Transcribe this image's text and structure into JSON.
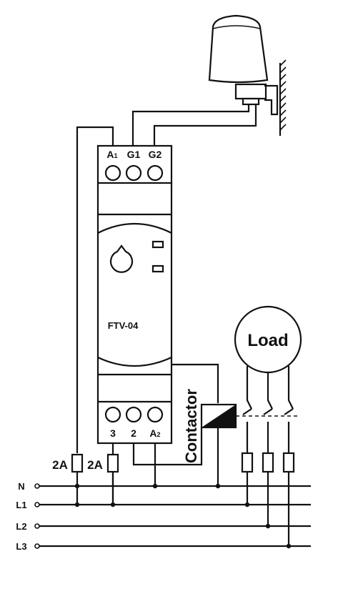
{
  "relay": {
    "model": "FTV-04",
    "top_terminals": [
      {
        "main": "A",
        "sub": "1"
      },
      {
        "main": "G1",
        "sub": ""
      },
      {
        "main": "G2",
        "sub": ""
      }
    ],
    "bottom_terminals": [
      {
        "main": "3",
        "sub": ""
      },
      {
        "main": "2",
        "sub": ""
      },
      {
        "main": "A",
        "sub": "2"
      }
    ]
  },
  "fuses": [
    {
      "label": "2A"
    },
    {
      "label": "2A"
    }
  ],
  "contactor": {
    "label": "Contactor"
  },
  "load": {
    "label": "Load"
  },
  "lines": [
    {
      "label": "N"
    },
    {
      "label": "L1"
    },
    {
      "label": "L2"
    },
    {
      "label": "L3"
    }
  ]
}
